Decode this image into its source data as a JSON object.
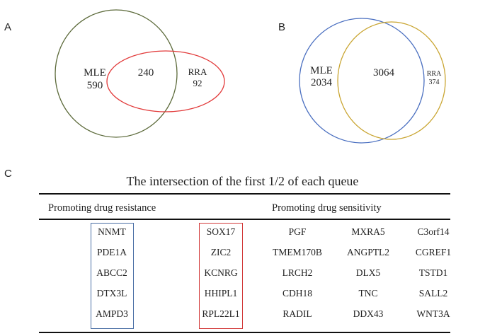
{
  "panels": {
    "a": "A",
    "b": "B",
    "c": "C"
  },
  "venn_a": {
    "left": {
      "label": "MLE",
      "value": "590"
    },
    "overlap": "240",
    "right": {
      "label": "RRA",
      "value": "92"
    },
    "colors": {
      "left": "#5c6a3a",
      "right": "#e23a3a"
    }
  },
  "venn_b": {
    "left": {
      "label": "MLE",
      "value": "2034"
    },
    "overlap": "3064",
    "right": {
      "label": "RRA",
      "value": "374"
    },
    "colors": {
      "left": "#4a6fc0",
      "right": "#c9a531"
    }
  },
  "table": {
    "title": "The intersection of the first 1/2 of each queue",
    "header_resistance": "Promoting drug resistance",
    "header_sensitivity": "Promoting drug sensitivity",
    "resistance": [
      "NNMT",
      "PDE1A",
      "ABCC2",
      "DTX3L",
      "AMPD3"
    ],
    "sensitivity_cols": [
      [
        "SOX17",
        "ZIC2",
        "KCNRG",
        "HHIPL1",
        "RPL22L1"
      ],
      [
        "PGF",
        "TMEM170B",
        "LRCH2",
        "CDH18",
        "RADIL"
      ],
      [
        "MXRA5",
        "ANGPTL2",
        "DLX5",
        "TNC",
        "DDX43"
      ],
      [
        "C3orf14",
        "CGREF1",
        "TSTD1",
        "SALL2",
        "WNT3A"
      ]
    ],
    "box_colors": {
      "resistance": "#4a6fa5",
      "sensitivity_first": "#d23a3a"
    }
  }
}
